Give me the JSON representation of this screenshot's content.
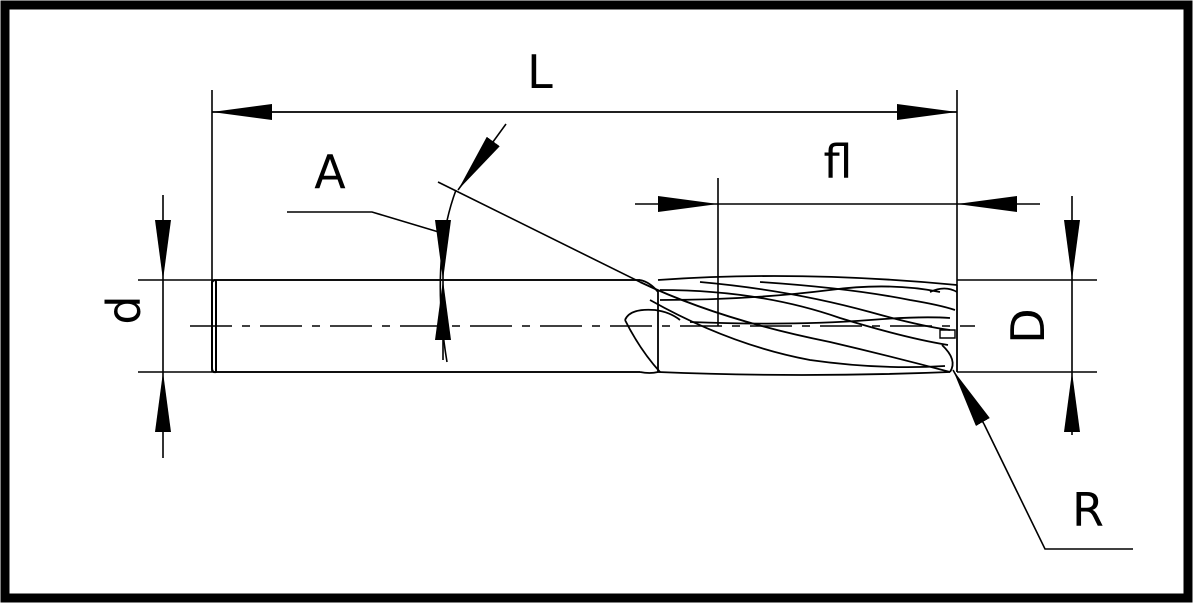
{
  "labels": {
    "L": "L",
    "A": "A",
    "fl": "fl",
    "d": "d",
    "D": "D",
    "R": "R"
  },
  "colors": {
    "line": "#000000",
    "background": "#ffffff"
  }
}
